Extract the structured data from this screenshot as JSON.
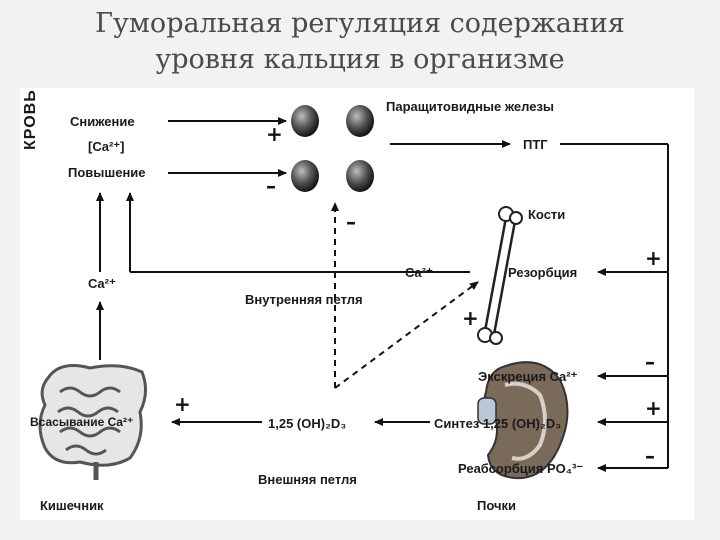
{
  "title": {
    "line1": "Гуморальная регуляция содержания",
    "line2": "уровня кальция в организме"
  },
  "blood": {
    "label": "КРОВЬ",
    "decrease": "Снижение",
    "ca": "[Ca²⁺]",
    "increase": "Повышение"
  },
  "parathyroid": {
    "label": "Паращитовидные железы",
    "hormone": "ПТГ"
  },
  "bones": {
    "label": "Кости",
    "resorption": "Резорбция",
    "ca": "Ca²⁺"
  },
  "internal_loop": "Внутренняя петля",
  "external_loop": "Внешняя петля",
  "ca_intestine": "Ca²⁺",
  "intestine": {
    "label": "Кишечник",
    "absorption": "Всасывание Ca²⁺"
  },
  "vitamin": "1,25 (OH)₂D₃",
  "kidneys": {
    "label": "Почки",
    "excretion": "Экскреция Ca²⁺",
    "synthesis": "Синтез 1,25 (OH)₂D₃",
    "reabsorption": "Реабсорбция PO₄³⁻"
  },
  "signs": {
    "plus": "+",
    "minus": "–"
  }
}
